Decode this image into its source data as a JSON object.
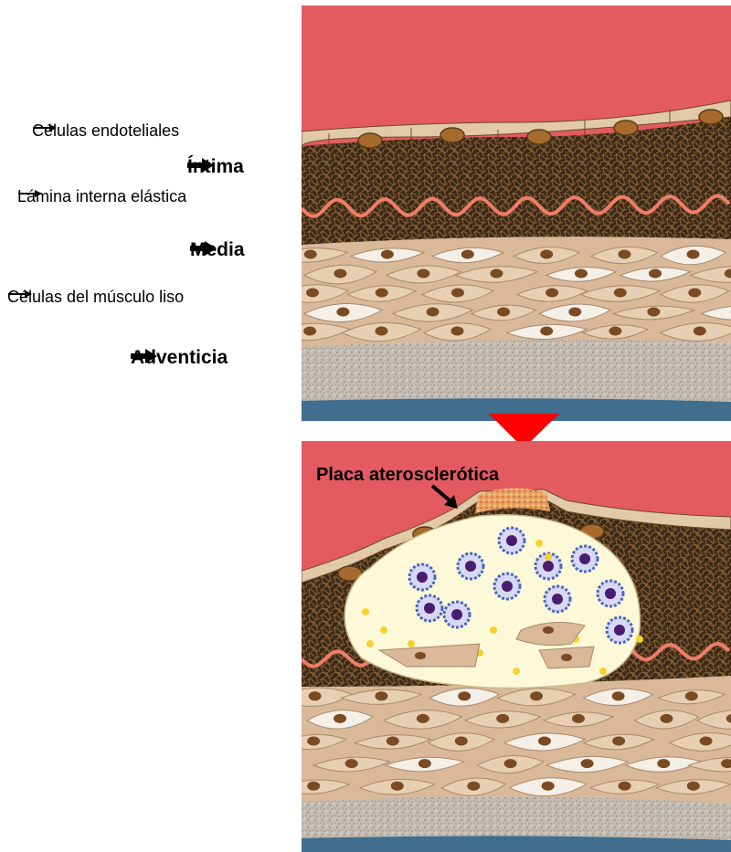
{
  "labels": {
    "endothelial": "Células endoteliales",
    "intima": "Íntima",
    "internal_elastic": "Lámina interna elástica",
    "media": "Media",
    "smooth_muscle": "Células del músculo liso",
    "adventitia": "Adventicia",
    "plaque": "Placa aterosclerótica"
  },
  "colors": {
    "lumen": "#e35a60",
    "endothelium": "#e2c9a7",
    "nucleus": "#a66b2c",
    "intima": "#3c2a18",
    "elastic": "#f07d68",
    "media_cell": "#d9b99a",
    "media_light": "#f4efe7",
    "adventitia": "#bdb6ac",
    "outer_wall": "#3f6e8e",
    "transition_arrow": "#ff0000",
    "plaque_core": "#fdf9d8",
    "foam_cell": "#4a1d6e"
  },
  "icons": [
    "small-right-arrow-icon",
    "bold-right-arrow-icon",
    "down-triangle-icon",
    "diagonal-arrow-icon"
  ]
}
